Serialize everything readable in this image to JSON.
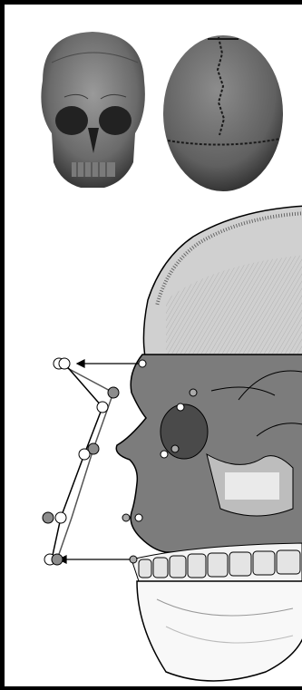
{
  "figure": {
    "panels": [
      {
        "name": "skull-frontal-photo",
        "description_hidden": true
      },
      {
        "name": "skull-superior-photo",
        "description_hidden": true
      },
      {
        "name": "skull-lateral-illustration",
        "description_hidden": true
      }
    ],
    "colors": {
      "bone_dark": "#555555",
      "bone_mid": "#8a8a8a",
      "bone_light": "#c8c8c8",
      "marker_gray": "#8c8c8c",
      "marker_white": "#ffffff",
      "outline": "#000000"
    },
    "landmark_profile": {
      "series_gray_points": 10,
      "series_white_points": 10
    }
  }
}
